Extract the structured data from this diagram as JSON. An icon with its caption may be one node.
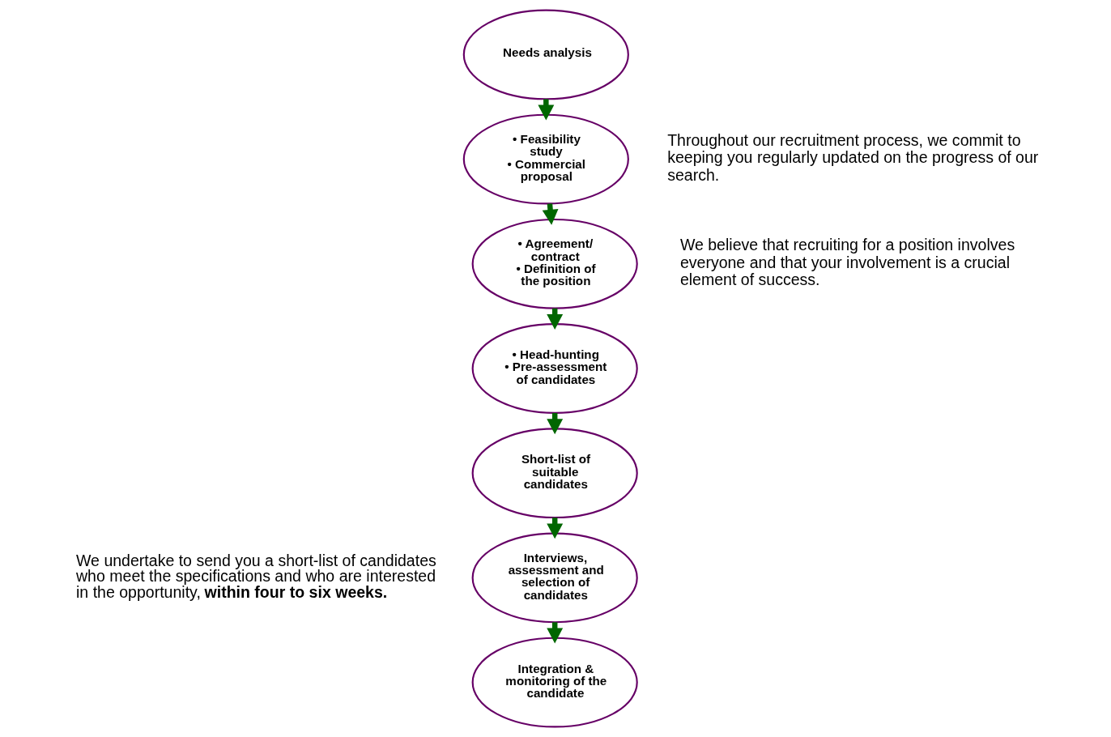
{
  "diagram": {
    "nodes": [
      {
        "text": [
          "Needs analysis"
        ]
      },
      {
        "text": [
          "• Feasibility study",
          "• Commercial proposal"
        ]
      },
      {
        "text": [
          "• Agreement/ contract",
          "• Definition of the position"
        ]
      },
      {
        "text": [
          "• Head-hunting",
          "• Pre-assessment of candidates"
        ]
      },
      {
        "text": [
          "Short-list of suitable candidates"
        ]
      },
      {
        "text": [
          "Interviews, assessment and selection of candidates"
        ]
      },
      {
        "text": [
          "Integration & monitoring of the candidate"
        ]
      }
    ],
    "edges": [
      {
        "from": 0,
        "to": 1,
        "arrow": "to"
      },
      {
        "from": 1,
        "to": 2,
        "arrow": "to"
      },
      {
        "from": 2,
        "to": 3,
        "arrow": "to"
      },
      {
        "from": 3,
        "to": 4,
        "arrow": "to"
      },
      {
        "from": 4,
        "to": 5,
        "arrow": "to"
      },
      {
        "from": 5,
        "to": 6,
        "arrow": "to"
      }
    ],
    "labels": [
      "Throughout our recruitment process, we commit to keeping you regularly updated on the progress of our search.",
      "We believe that recruiting for a position involves everyone and that your involvement is a crucial element of success.",
      "We undertake to send you a short-list of candidates who meet the specifications and who are interested in the opportunity, **within four to six weeks.**"
    ]
  }
}
